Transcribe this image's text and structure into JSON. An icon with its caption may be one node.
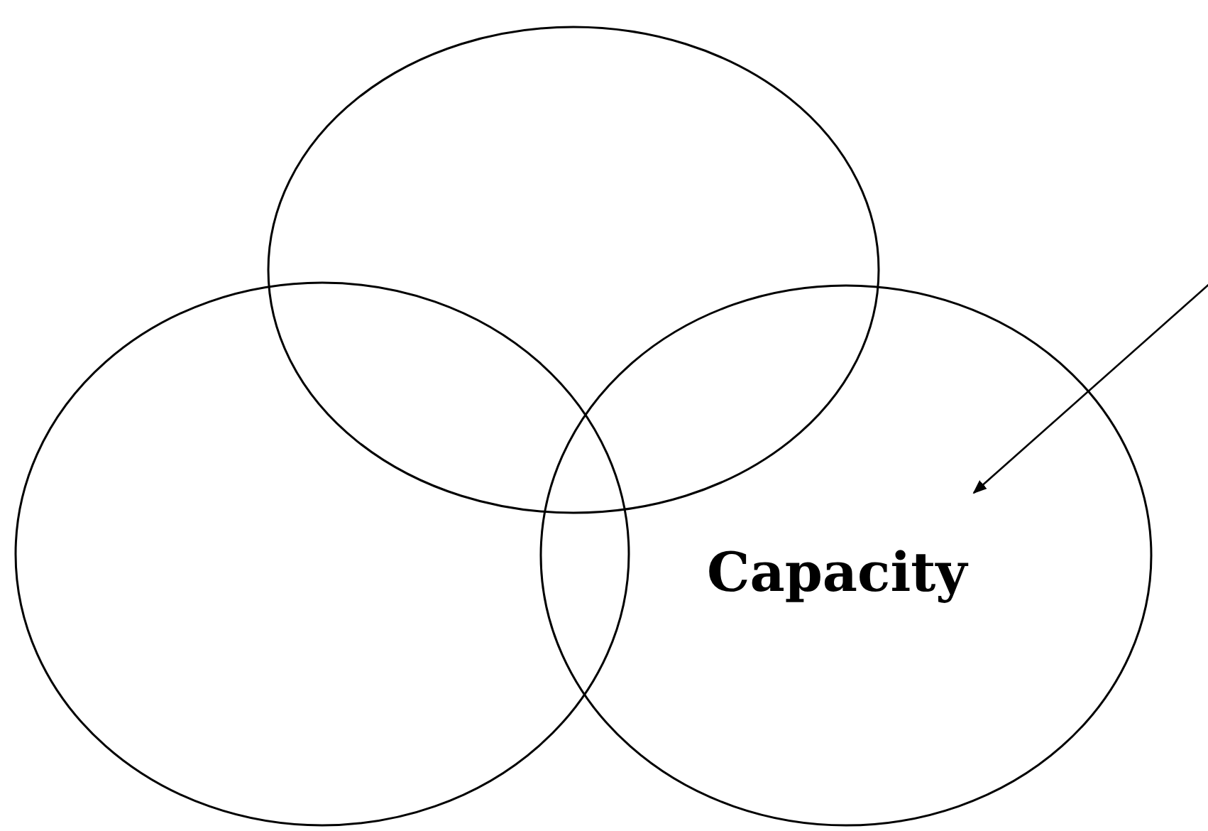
{
  "diagram": {
    "nodes": [
      {
        "text": [],
        "shape": "ellipse"
      },
      {
        "text": [],
        "shape": "ellipse"
      },
      {
        "text": [
          "Capacity"
        ]
      }
    ],
    "edges": [
      {
        "from": null,
        "to": 2,
        "arrow": "to"
      }
    ]
  }
}
